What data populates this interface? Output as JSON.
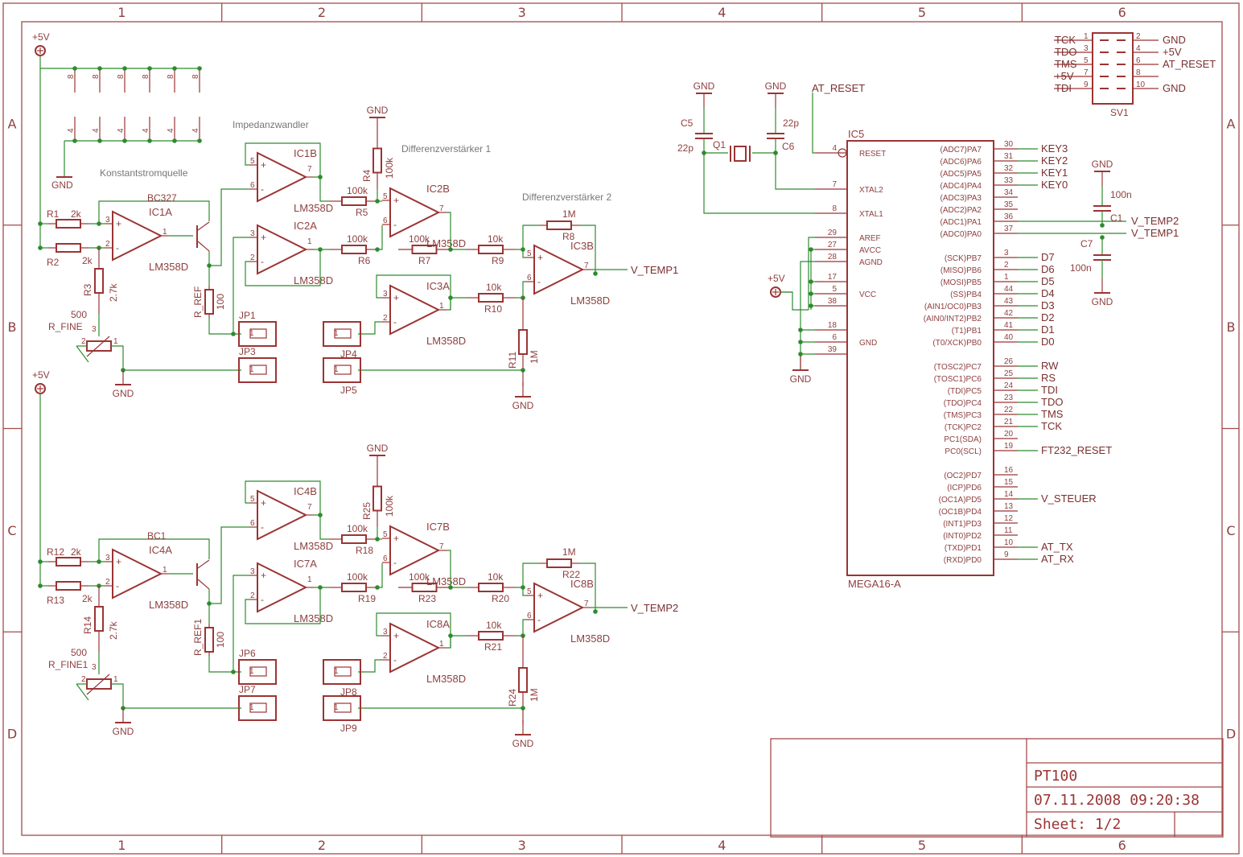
{
  "sheet": {
    "columns": [
      "1",
      "2",
      "3",
      "4",
      "5",
      "6"
    ],
    "rows": [
      "A",
      "B",
      "C",
      "D"
    ]
  },
  "title_block": {
    "project": "PT100",
    "date": "07.11.2008 09:20:38",
    "sheet": "Sheet: 1/2"
  },
  "comments": {
    "constant_current": "Konstantstromquelle",
    "impedance_converter": "Impedanzwandler",
    "diff_amp_1": "Differenzverstärker 1",
    "diff_amp_2": "Differenzverstärker 2"
  },
  "supplies": {
    "vcc": "+5V",
    "gnd": "GND"
  },
  "opamp_type": "LM358D",
  "channel1": {
    "r1": "R1",
    "r1_val": "2k",
    "r2": "R2",
    "r2_val": "2k",
    "r3": "R3",
    "r3_val": "2.7k",
    "pot_val": "500",
    "pot": "R_FINE",
    "ic_a": "IC1A",
    "transistor": "BC327",
    "rref": "R_REF",
    "rref_val": "100",
    "ic_buf1": "IC1B",
    "ic_buf2": "IC2A",
    "r4": "R4",
    "r4_val": "100k",
    "r5": "R5",
    "r5_val": "100k",
    "r6": "R6",
    "r6_val": "100k",
    "r7": "R7",
    "r7_val": "100k",
    "ic_diff1": "IC2B",
    "ic_buf3": "IC3A",
    "ic_diff2": "IC3B",
    "r8": "R8",
    "r8_val": "1M",
    "r9": "R9",
    "r9_val": "10k",
    "r10": "R10",
    "r10_val": "10k",
    "r11": "R11",
    "r11_val": "1M",
    "jp_a": "JP1",
    "jp_b": "JP3",
    "jp_c": "JP4",
    "jp_d": "JP5",
    "out": "V_TEMP1"
  },
  "channel2": {
    "r1": "R12",
    "r1_val": "2k",
    "r2": "R13",
    "r2_val": "2k",
    "r3": "R14",
    "r3_val": "2.7k",
    "pot_val": "500",
    "pot": "R_FINE1",
    "ic_a": "IC4A",
    "transistor": "BC1",
    "rref": "R_REF1",
    "rref_val": "100",
    "ic_buf1": "IC4B",
    "ic_buf2": "IC7A",
    "r4": "R25",
    "r4_val": "100k",
    "r5": "R18",
    "r5_val": "100k",
    "r6": "R19",
    "r6_val": "100k",
    "r7": "R23",
    "r7_val": "100k",
    "ic_diff1": "IC7B",
    "ic_buf3": "IC8A",
    "ic_diff2": "IC8B",
    "r8": "R22",
    "r8_val": "1M",
    "r9": "R20",
    "r9_val": "10k",
    "r10": "R21",
    "r10_val": "10k",
    "r11": "R24",
    "r11_val": "1M",
    "jp_a": "JP6",
    "jp_b": "JP7",
    "jp_c": "JP8",
    "jp_d": "JP9",
    "out": "V_TEMP2"
  },
  "decoupling": {
    "pin_top": "8",
    "pin_bottom": "4"
  },
  "oscillator": {
    "c5": "C5",
    "c5_val": "22p",
    "c6": "C6",
    "c6_val": "22p",
    "crystal": "Q1",
    "at_reset": "AT_RESET"
  },
  "mcu": {
    "name": "IC5",
    "part": "MEGA16-A",
    "left_pins": [
      {
        "num": "4",
        "label": "RESET"
      },
      {
        "num": "7",
        "label": "XTAL2"
      },
      {
        "num": "8",
        "label": "XTAL1"
      },
      {
        "num": "29",
        "label": "AREF"
      },
      {
        "num": "27",
        "label": "AVCC"
      },
      {
        "num": "28",
        "label": "AGND"
      },
      {
        "num": "17",
        "label": ""
      },
      {
        "num": "5",
        "label": "VCC"
      },
      {
        "num": "38",
        "label": ""
      },
      {
        "num": "18",
        "label": ""
      },
      {
        "num": "6",
        "label": "GND"
      },
      {
        "num": "39",
        "label": ""
      }
    ],
    "right_pins": [
      {
        "num": "30",
        "label": "(ADC7)PA7",
        "net": "KEY3"
      },
      {
        "num": "31",
        "label": "(ADC6)PA6",
        "net": "KEY2"
      },
      {
        "num": "32",
        "label": "(ADC5)PA5",
        "net": "KEY1"
      },
      {
        "num": "33",
        "label": "(ADC4)PA4",
        "net": "KEY0"
      },
      {
        "num": "34",
        "label": "(ADC3)PA3",
        "net": ""
      },
      {
        "num": "35",
        "label": "(ADC2)PA2",
        "net": ""
      },
      {
        "num": "36",
        "label": "(ADC1)PA1",
        "net": "V_TEMP2"
      },
      {
        "num": "37",
        "label": "(ADC0)PA0",
        "net": "V_TEMP1"
      },
      {
        "num": "3",
        "label": "(SCK)PB7",
        "net": "D7"
      },
      {
        "num": "2",
        "label": "(MISO)PB6",
        "net": "D6"
      },
      {
        "num": "1",
        "label": "(MOSI)PB5",
        "net": "D5"
      },
      {
        "num": "44",
        "label": "(SS)PB4",
        "net": "D4"
      },
      {
        "num": "43",
        "label": "(AIN1/OC0)PB3",
        "net": "D3"
      },
      {
        "num": "42",
        "label": "(AIN0/INT2)PB2",
        "net": "D2"
      },
      {
        "num": "41",
        "label": "(T1)PB1",
        "net": "D1"
      },
      {
        "num": "40",
        "label": "(T0/XCK)PB0",
        "net": "D0"
      },
      {
        "num": "26",
        "label": "(TOSC2)PC7",
        "net": "RW"
      },
      {
        "num": "25",
        "label": "(TOSC1)PC6",
        "net": "RS"
      },
      {
        "num": "24",
        "label": "(TDI)PC5",
        "net": "TDI"
      },
      {
        "num": "23",
        "label": "(TDO)PC4",
        "net": "TDO"
      },
      {
        "num": "22",
        "label": "(TMS)PC3",
        "net": "TMS"
      },
      {
        "num": "21",
        "label": "(TCK)PC2",
        "net": "TCK"
      },
      {
        "num": "20",
        "label": "PC1(SDA)",
        "net": ""
      },
      {
        "num": "19",
        "label": "PC0(SCL)",
        "net": "FT232_RESET"
      },
      {
        "num": "16",
        "label": "(OC2)PD7",
        "net": ""
      },
      {
        "num": "15",
        "label": "(ICP)PD6",
        "net": ""
      },
      {
        "num": "14",
        "label": "(OC1A)PD5",
        "net": "V_STEUER"
      },
      {
        "num": "13",
        "label": "(OC1B)PD4",
        "net": ""
      },
      {
        "num": "12",
        "label": "(INT1)PD3",
        "net": ""
      },
      {
        "num": "11",
        "label": "(INT0)PD2",
        "net": ""
      },
      {
        "num": "10",
        "label": "(TXD)PD1",
        "net": "AT_TX"
      },
      {
        "num": "9",
        "label": "(RXD)PD0",
        "net": "AT_RX"
      }
    ]
  },
  "filter_caps": {
    "c1": "C1",
    "c1_val": "100n",
    "c7": "C7",
    "c7_val": "100n"
  },
  "jtag": {
    "name": "SV1",
    "left": [
      {
        "net": "TCK",
        "num": "1"
      },
      {
        "net": "TDO",
        "num": "3"
      },
      {
        "net": "TMS",
        "num": "5"
      },
      {
        "net": "+5V",
        "num": "7"
      },
      {
        "net": "TDI",
        "num": "9"
      }
    ],
    "right": [
      {
        "num": "2",
        "net": "GND"
      },
      {
        "num": "4",
        "net": "+5V"
      },
      {
        "num": "6",
        "net": "AT_RESET"
      },
      {
        "num": "8",
        "net": ""
      },
      {
        "num": "10",
        "net": "GND"
      }
    ]
  }
}
